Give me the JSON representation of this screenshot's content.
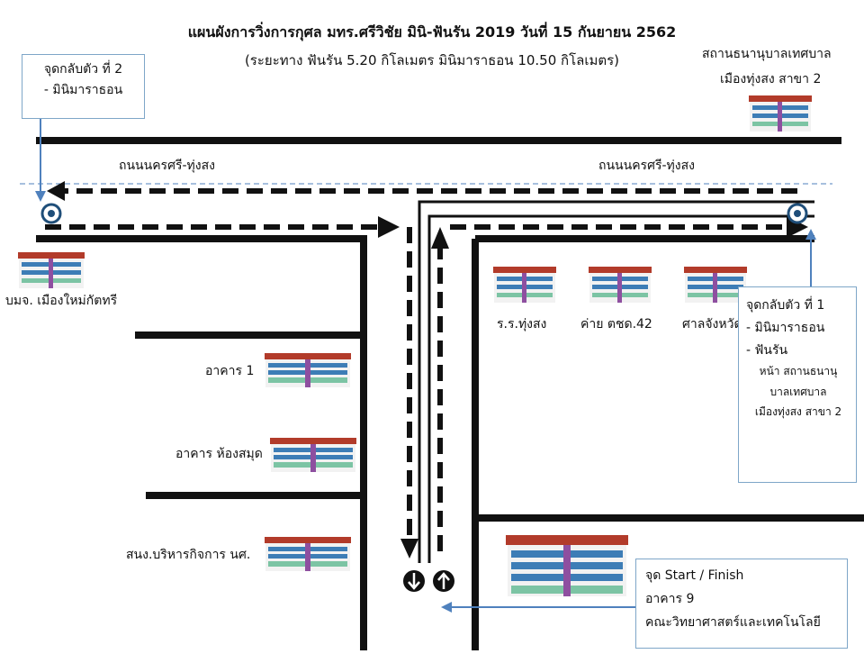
{
  "title": "แผนผังการวิ่งการกุศล มทร.ศรีวิชัย มินิ-ฟันรัน 2019 วันที่ 15 กันยายน 2562",
  "subtitle": "(ระยะทาง ฟันรัน 5.20 กิโลเมตร มินิมาราธอน 10.50 กิโลเมตร)",
  "top_right_building": {
    "line1": "สถานธนานุบาลเทศบาล",
    "line2": "เมืองทุ่งสง สาขา 2"
  },
  "checkpoint_2": {
    "line1": "จุดกลับตัว ที่ 2",
    "line2": "- มินิมาราธอน"
  },
  "checkpoint_1": {
    "line1": "จุดกลับตัว ที่ 1",
    "line2": "- มินิมาราธอน",
    "line3": "- ฟันรัน",
    "line4": "หน้า สถานธนานุ",
    "line5": "บาลเทศบาล",
    "line6": "เมืองทุ่งสง สาขา 2"
  },
  "roads": {
    "left": "ถนนนครศรี-ทุ่งสง",
    "right": "ถนนนครศรี-ทุ่งสง"
  },
  "places": {
    "bomjo": "บมจ. เมืองใหม่กัตทรี",
    "school": "ร.ร.ทุ่งสง",
    "camp": "ค่าย ตชด.42",
    "court": "ศาลจังหวัดฯ",
    "building_1": "อาคาร 1",
    "library": "อาคาร ห้องสมุด",
    "admin": "สนง.บริหารกิจการ นศ."
  },
  "start_finish": {
    "line1": "จุด Start / Finish",
    "line2": "อาคาร 9",
    "line3": "คณะวิทยาศาสตร์และเทคโนโลยี"
  },
  "colors": {
    "road": "#111111",
    "pointer": "#4f81bd",
    "box_border": "#7ea6c8",
    "roof": "#b23b2a",
    "wall": "#f2f2f2",
    "window": "#3d7db6"
  }
}
